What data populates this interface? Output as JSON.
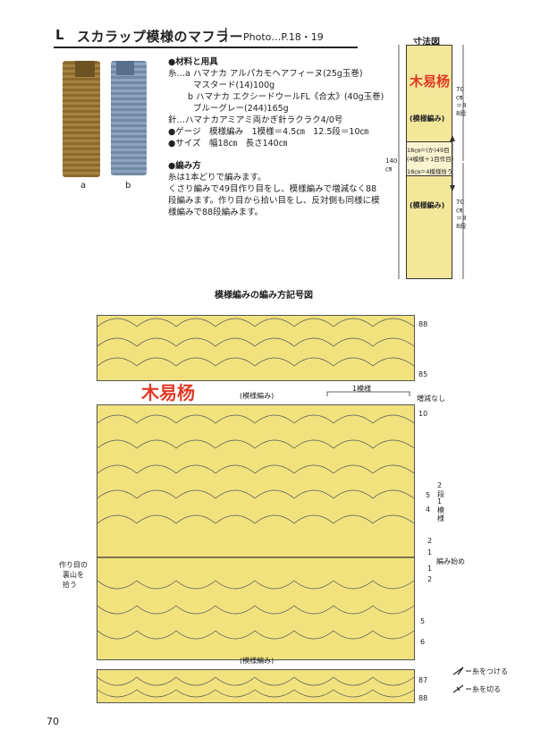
{
  "header": {
    "letter": "L",
    "title": "スカラップ模様のマフラー",
    "separator": "|",
    "photo_ref": "Photo…P.18・19"
  },
  "photos": {
    "label_a": "a",
    "label_b": "b"
  },
  "materials": {
    "heading": "●材料と用具",
    "yarn_a_1": "糸…a ハマナカ アルパカモヘアフィーヌ(25g玉巻)",
    "yarn_a_2": "マスタード(14)100g",
    "yarn_b_1": "b ハマナカ エクシードウールFL《合太》(40g玉巻)",
    "yarn_b_2": "ブルーグレー(244)165g",
    "hook": "針…ハマナカアミアミ両かぎ針ラクラク4/0号",
    "gauge": "●ゲージ　模様編み　1模様＝4.5㎝　12.5段＝10㎝",
    "size": "●サイズ　幅18㎝　長さ140㎝"
  },
  "method": {
    "heading": "●編み方",
    "line1": "糸は1本どりで編みます。",
    "line2": "くさり編みで49目作り目をし、模様編みで増減なく88",
    "line3": "段編みます。作り目から拾い目をし、反対側も同様に模",
    "line4": "様編みで88段編みます。"
  },
  "diagram": {
    "title": "寸法図",
    "pattern_top": "(模様編み)",
    "pattern_bottom": "(模様編み)",
    "dim_top": "70㎝＝88段",
    "dim_bottom": "70㎝＝88段",
    "dim_total": "140㎝",
    "start_1": "18㎝＝(か)49目",
    "start_2": "(4模様＋1目作目)",
    "start_3": "18㎝＝4模様拾う",
    "watermark": "木易杨"
  },
  "chart": {
    "title": "模様編みの編み方記号図",
    "pattern_label_top": "(模様編み)",
    "pattern_label_bottom": "(模様編み)",
    "repeat_label": "1模様",
    "no_inc": "増減なし",
    "row_88": "88",
    "row_85": "85",
    "row_10": "10",
    "row_5a": "5",
    "row_4a": "4",
    "repeat_note_1": "2",
    "repeat_note_2": "段",
    "repeat_note_3": "1",
    "repeat_note_4": "模",
    "repeat_note_5": "様",
    "row_2a": "2",
    "row_1a": "1",
    "start_label": "編み始め",
    "row_1b": "1",
    "row_2b": "2",
    "row_5b": "5",
    "row_6b": "6",
    "row_87": "87",
    "row_88b": "88",
    "pickup_1": "作り目の",
    "pickup_2": "裏山を",
    "pickup_3": "拾う",
    "legend_attach": "＝糸をつける",
    "legend_cut": "＝糸を切る",
    "watermark": "木易杨"
  },
  "footer": {
    "page": "70"
  }
}
